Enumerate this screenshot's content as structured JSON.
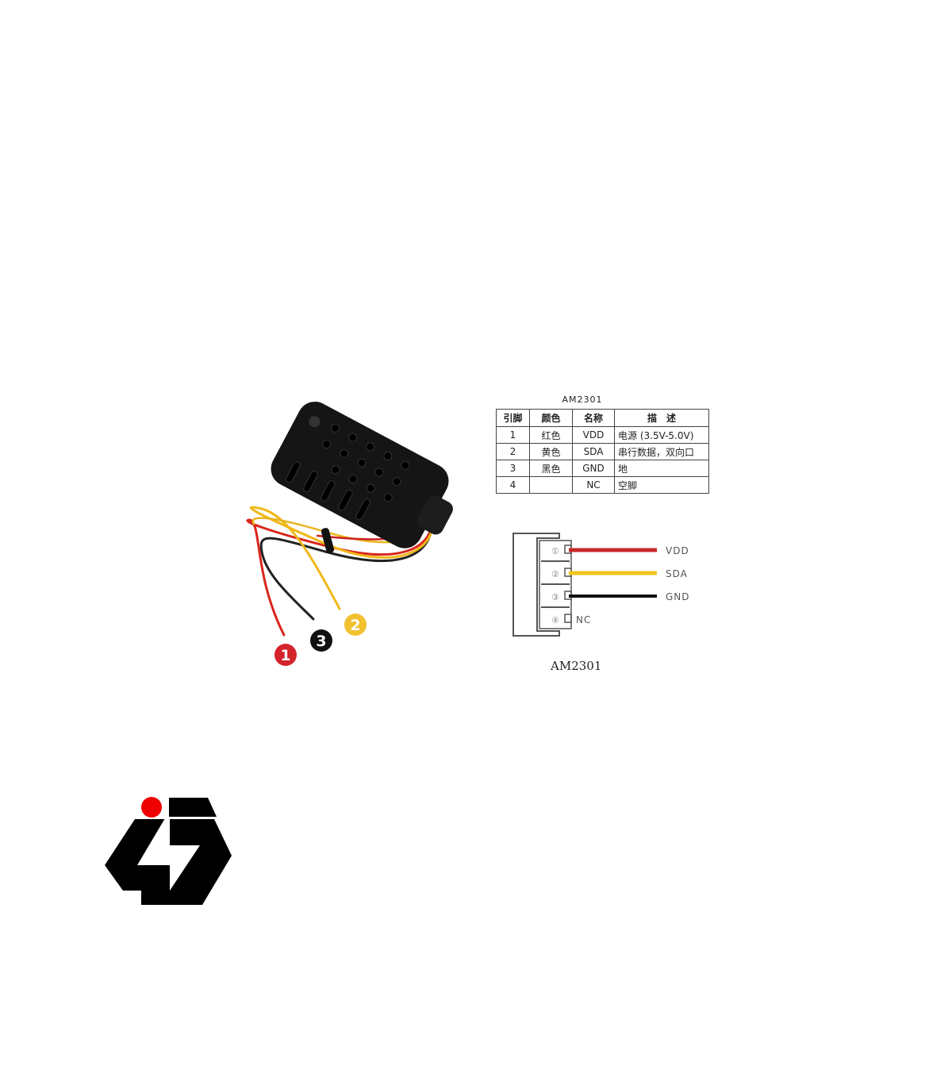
{
  "table": {
    "title": "AM2301",
    "headers": [
      "引脚",
      "颜色",
      "名称",
      "描　述"
    ],
    "rows": [
      [
        "1",
        "红色",
        "VDD",
        "电源 (3.5V-5.0V)"
      ],
      [
        "2",
        "黄色",
        "SDA",
        "串行数据，双向口"
      ],
      [
        "3",
        "黑色",
        "GND",
        "地"
      ],
      [
        "4",
        "",
        "NC",
        "空脚"
      ]
    ]
  },
  "pinout": {
    "pins": [
      {
        "num": "①",
        "label": "VDD",
        "color": "#c8282a"
      },
      {
        "num": "②",
        "label": "SDA",
        "color": "#f0c419"
      },
      {
        "num": "③",
        "label": "GND",
        "color": "#111111"
      },
      {
        "num": "④",
        "label": "NC",
        "color": ""
      }
    ],
    "title": "AM2301"
  },
  "photo": {
    "markers": [
      {
        "label": "1",
        "color": "#d3232b"
      },
      {
        "label": "3",
        "color": "#111111"
      },
      {
        "label": "2",
        "color": "#f2c12e"
      }
    ]
  },
  "logo": {
    "dot_color": "#ee0000"
  }
}
